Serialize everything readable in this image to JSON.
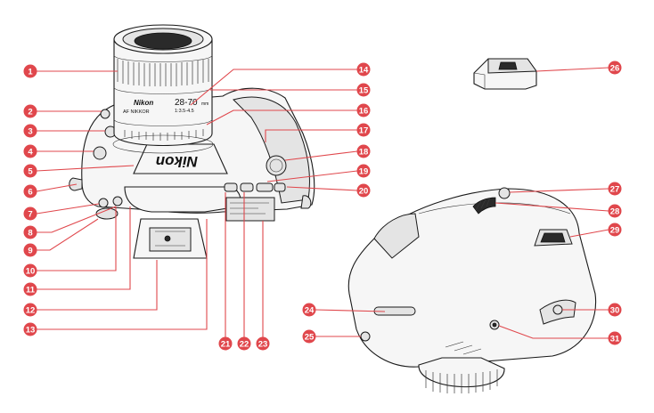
{
  "brand": {
    "name": "Nikon"
  },
  "lens": {
    "brand": "Nikon",
    "mount_text": "AF NIKKOR",
    "focal_range": "28-70",
    "aperture": "1:3.5-4.5",
    "unit": "mm"
  },
  "callouts": [
    {
      "number": "1"
    },
    {
      "number": "2"
    },
    {
      "number": "3"
    },
    {
      "number": "4"
    },
    {
      "number": "5"
    },
    {
      "number": "6"
    },
    {
      "number": "7"
    },
    {
      "number": "8"
    },
    {
      "number": "9"
    },
    {
      "number": "10"
    },
    {
      "number": "11"
    },
    {
      "number": "12"
    },
    {
      "number": "13"
    },
    {
      "number": "14"
    },
    {
      "number": "15"
    },
    {
      "number": "16"
    },
    {
      "number": "17"
    },
    {
      "number": "18"
    },
    {
      "number": "19"
    },
    {
      "number": "20"
    },
    {
      "number": "21"
    },
    {
      "number": "22"
    },
    {
      "number": "23"
    },
    {
      "number": "24"
    },
    {
      "number": "25"
    },
    {
      "number": "26"
    },
    {
      "number": "27"
    },
    {
      "number": "28"
    },
    {
      "number": "29"
    },
    {
      "number": "30"
    },
    {
      "number": "31"
    }
  ],
  "colors": {
    "callout": "#e0474c",
    "outline": "#1a1a1a",
    "body": "#f6f6f6"
  },
  "icons": {
    "camera_front": "camera-front-icon",
    "camera_bottom": "camera-bottom-icon",
    "eyepiece_cap": "eyepiece-cap-icon"
  }
}
